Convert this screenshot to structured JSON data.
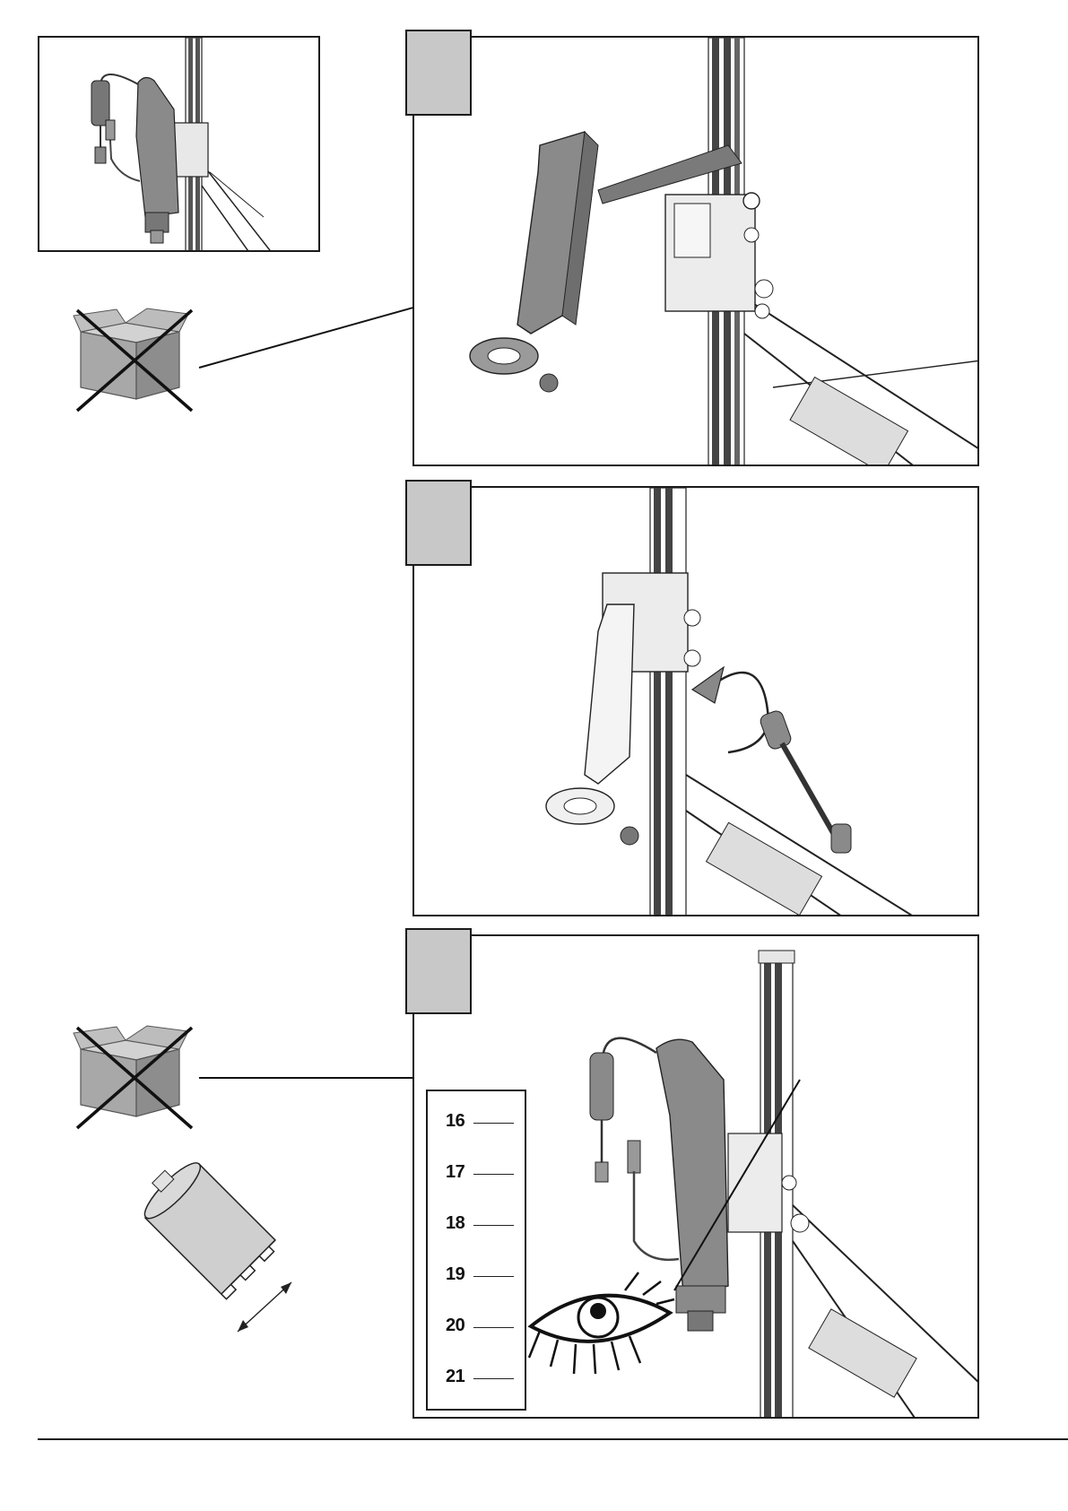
{
  "scale": {
    "labels": [
      "16",
      "17",
      "18",
      "19",
      "20",
      "21"
    ]
  },
  "icons": {
    "crossed_box": "crossed-out-box-icon",
    "eye": "eye-icon",
    "core_bit": "core-drill-bit-icon",
    "rotation_arrow": "rotate-arrow-icon"
  },
  "colors": {
    "step_tab": "#c8c8c8",
    "part_gray": "#8a8a8a",
    "line": "#1a1a1a"
  }
}
